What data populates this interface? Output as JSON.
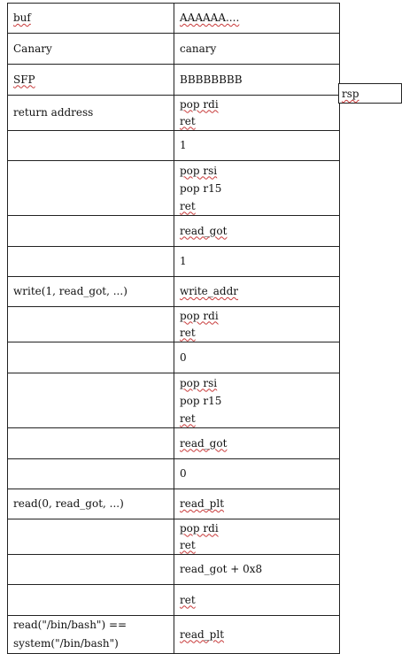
{
  "rows": [
    {
      "label": "buf",
      "value_lines": [
        "AAAAAA...."
      ]
    },
    {
      "label": "Canary",
      "value_lines": [
        "canary"
      ]
    },
    {
      "label": "SFP",
      "value_lines": [
        "BBBBBBBB"
      ]
    },
    {
      "label": "return address",
      "value_lines": [
        "pop rdi",
        "ret"
      ]
    },
    {
      "label": "",
      "value_lines": [
        "1"
      ]
    },
    {
      "label": "",
      "value_lines": [
        "pop rsi",
        "pop r15",
        "ret"
      ]
    },
    {
      "label": "",
      "value_lines": [
        "read_got"
      ]
    },
    {
      "label": "",
      "value_lines": [
        "1"
      ]
    },
    {
      "label": "write(1, read_got, ...)",
      "value_lines": [
        "write_addr"
      ]
    },
    {
      "label": "",
      "value_lines": [
        "pop rdi",
        "ret"
      ]
    },
    {
      "label": "",
      "value_lines": [
        "0"
      ]
    },
    {
      "label": "",
      "value_lines": [
        "pop rsi",
        "pop r15",
        "ret"
      ]
    },
    {
      "label": "",
      "value_lines": [
        "read_got"
      ]
    },
    {
      "label": "",
      "value_lines": [
        "0"
      ]
    },
    {
      "label": "read(0, read_got, ...)",
      "value_lines": [
        "read_plt"
      ]
    },
    {
      "label": "",
      "value_lines": [
        "pop rdi",
        "ret"
      ]
    },
    {
      "label": "",
      "value_lines": [
        "read_got + 0x8"
      ]
    },
    {
      "label": "",
      "value_lines": [
        "ret"
      ]
    },
    {
      "label": "read(\"/bin/bash\") == system(\"/bin/bash\")",
      "value_lines": [
        "read_plt"
      ]
    }
  ],
  "pointer": {
    "label": "rsp"
  }
}
